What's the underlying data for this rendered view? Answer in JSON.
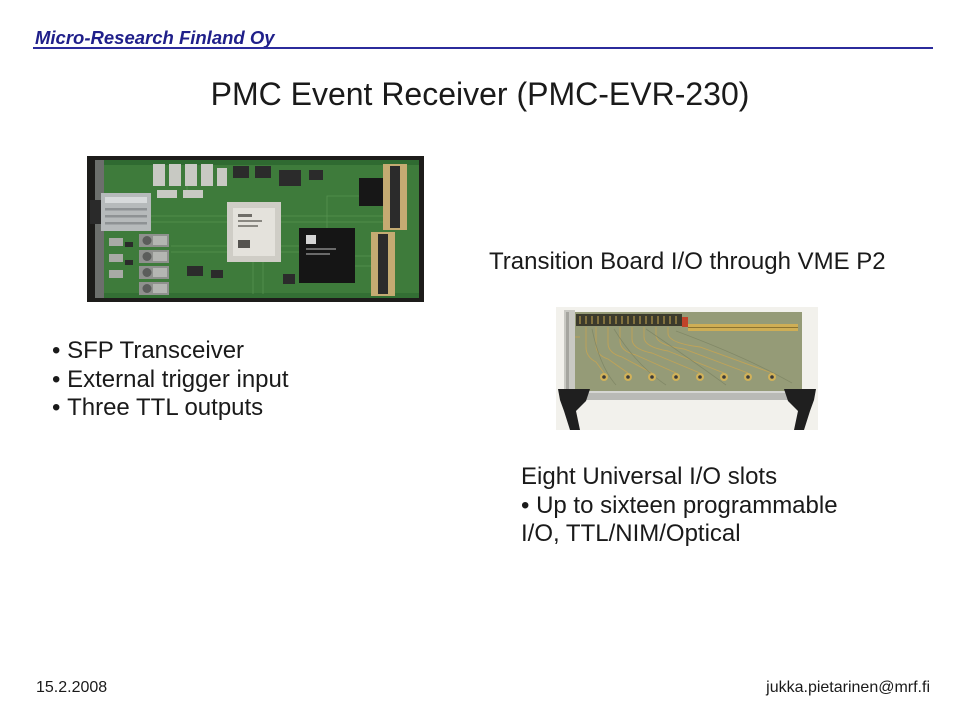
{
  "header": {
    "company": "Micro-Research Finland Oy"
  },
  "title": "PMC Event Receiver (PMC-EVR-230)",
  "left_bullets": [
    "SFP Transceiver",
    "External trigger input",
    "Three TTL outputs"
  ],
  "transition": {
    "caption": "Transition Board I/O through VME P2",
    "heading": "Eight Universal I/O slots",
    "bullet": "Up to sixteen programmable",
    "bullet_cont": "I/O, TTL/NIM/Optical"
  },
  "footer": {
    "date": "15.2.2008",
    "email": "jukka.pietarinen@mrf.fi"
  },
  "colors": {
    "brand": "#1f1f8a",
    "rule": "#2b2b9c",
    "text": "#1a1a1a",
    "pcb_green": "#3e7b3b"
  }
}
